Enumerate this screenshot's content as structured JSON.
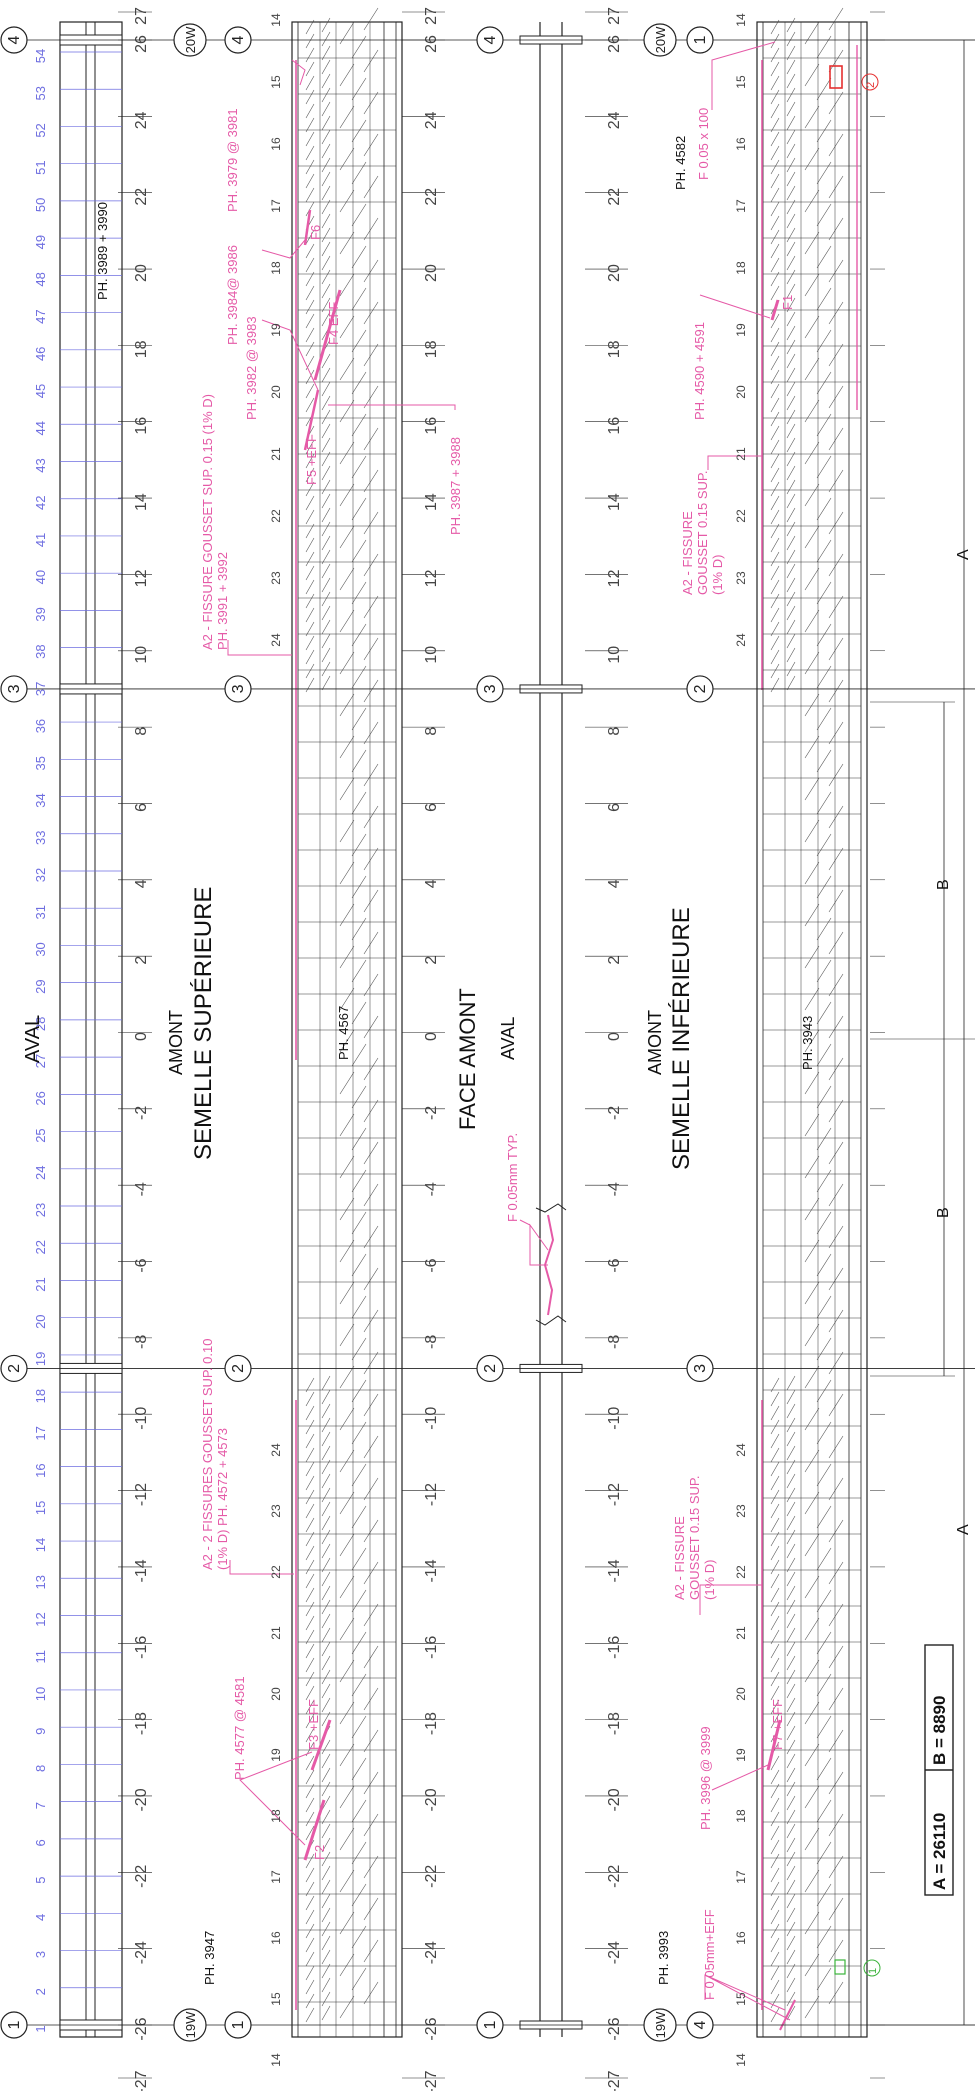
{
  "colors": {
    "line": "#222222",
    "hatch": "#555555",
    "annotation": "#e55aa7",
    "sheet_number": "#6e6ee0",
    "marker_red": "#e53030",
    "marker_green": "#3bb33b"
  },
  "row_numbers": [
    "-27",
    "-26",
    "-24",
    "-22",
    "-20",
    "-18",
    "-16",
    "-14",
    "-12",
    "-10",
    "-8",
    "-6",
    "-4",
    "-2",
    "0",
    "2",
    "4",
    "6",
    "8",
    "10",
    "12",
    "14",
    "16",
    "18",
    "20",
    "22",
    "24",
    "26",
    "27"
  ],
  "sheet_numbers": [
    "1",
    "2",
    "3",
    "4",
    "5",
    "6",
    "7",
    "8",
    "9",
    "10",
    "11",
    "12",
    "13",
    "14",
    "15",
    "16",
    "17",
    "18",
    "19",
    "20",
    "21",
    "22",
    "23",
    "24",
    "25",
    "26",
    "27",
    "28",
    "29",
    "30",
    "31",
    "32",
    "33",
    "34",
    "35",
    "36",
    "37",
    "38",
    "39",
    "40",
    "41",
    "42",
    "43",
    "44",
    "45",
    "46",
    "47",
    "48",
    "49",
    "50",
    "51",
    "52",
    "53",
    "54"
  ],
  "grid_bubbles": {
    "top": [
      "4",
      "4",
      "4",
      "1"
    ],
    "bottom": [
      "1",
      "1",
      "1",
      "4"
    ],
    "middle_top": [
      "3",
      "3",
      "3",
      "2"
    ],
    "middle_bottom": [
      "2",
      "2",
      "2",
      "3"
    ],
    "tags": [
      "19W",
      "20W",
      "20W",
      "19W"
    ]
  },
  "panel1": {
    "title": "AVAL",
    "ph_labels": [
      "PH. 3989 + 3990"
    ]
  },
  "panel2": {
    "title_side": "AMONT",
    "title_main": "SEMELLE SUPÉRIEURE",
    "ph_labels": [
      "PH. 3947",
      "PH. 4567"
    ],
    "panel_numbers_top": [
      "14",
      "15",
      "16",
      "17",
      "18",
      "19",
      "20",
      "21",
      "22",
      "23",
      "24"
    ],
    "panel_numbers_bottom": [
      "24",
      "23",
      "22",
      "21",
      "20",
      "19",
      "18",
      "17",
      "16",
      "15",
      "14"
    ],
    "notes": [
      "PH. 3979 @ 3981",
      "PH. 3984@ 3986",
      "PH. 3982 @ 3983",
      "PH. 3987 + 3988",
      "F5 +EFF",
      "F4 EFF",
      "F6",
      "A2 - FISSURE GOUSSET SUP. 0.15 (1% D) PH. 3991 + 3992",
      "A2 - 2 FISSURES GOUSSET SUP. 0.10 (1% D) PH. 4572 + 4573",
      "PH. 4577 @ 4581",
      "F3 +EFF",
      "F2"
    ]
  },
  "panel3": {
    "title_main": "FACE AMONT",
    "title_side": "AVAL",
    "notes": [
      "F 0.05mm TYP."
    ]
  },
  "panel4": {
    "title_side": "AMONT",
    "title_main": "SEMELLE INFÉRIEURE",
    "ph_labels": [
      "PH. 4582",
      "PH. 3943",
      "PH. 3993"
    ],
    "notes": [
      "F 0.05 x 100",
      "PH. 4590 + 4591",
      "F1",
      "A2 - FISSURE GOUSSET 0.15 SUP. (1% D)",
      "A2 - FISSURE GOUSSET 0.15 SUP. (1% D)",
      "PH. 3996 @ 3999",
      "F7 +EFF",
      "F 0.05mm+EFF"
    ],
    "markers": [
      "2",
      "1"
    ]
  },
  "dimensions": {
    "labels": [
      "A",
      "B",
      "B",
      "A"
    ],
    "summary_a": "A = 26110",
    "summary_b": "B = 8890"
  }
}
